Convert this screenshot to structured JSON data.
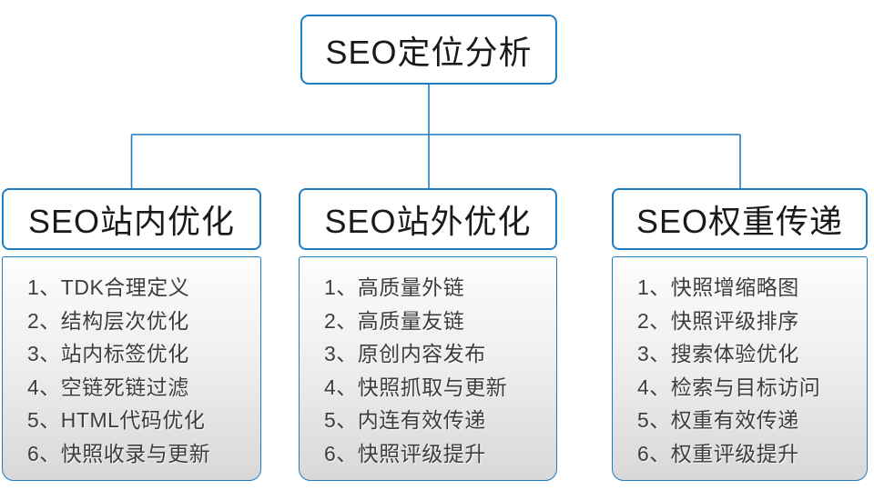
{
  "colors": {
    "accent": "#1e7cc2",
    "heading_text": "#1a1a1a",
    "list_text": "#3d3d3d",
    "panel_gradient_top": "#fdfdfd",
    "panel_gradient_mid": "#efefef",
    "panel_gradient_bottom": "#d8d8d8"
  },
  "root": {
    "title": "SEO定位分析"
  },
  "columns": [
    {
      "title": "SEO站内优化",
      "items": [
        "1、TDK合理定义",
        "2、结构层次优化",
        "3、站内标签优化",
        "4、空链死链过滤",
        "5、HTML代码优化",
        "6、快照收录与更新"
      ]
    },
    {
      "title": "SEO站外优化",
      "items": [
        "1、高质量外链",
        "2、高质量友链",
        "3、原创内容发布",
        "4、快照抓取与更新",
        "5、内连有效传递",
        "6、快照评级提升"
      ]
    },
    {
      "title": "SEO权重传递",
      "items": [
        "1、快照增缩略图",
        "2、快照评级排序",
        "3、搜索体验优化",
        "4、检索与目标访问",
        "5、权重有效传递",
        "6、权重评级提升"
      ]
    }
  ]
}
